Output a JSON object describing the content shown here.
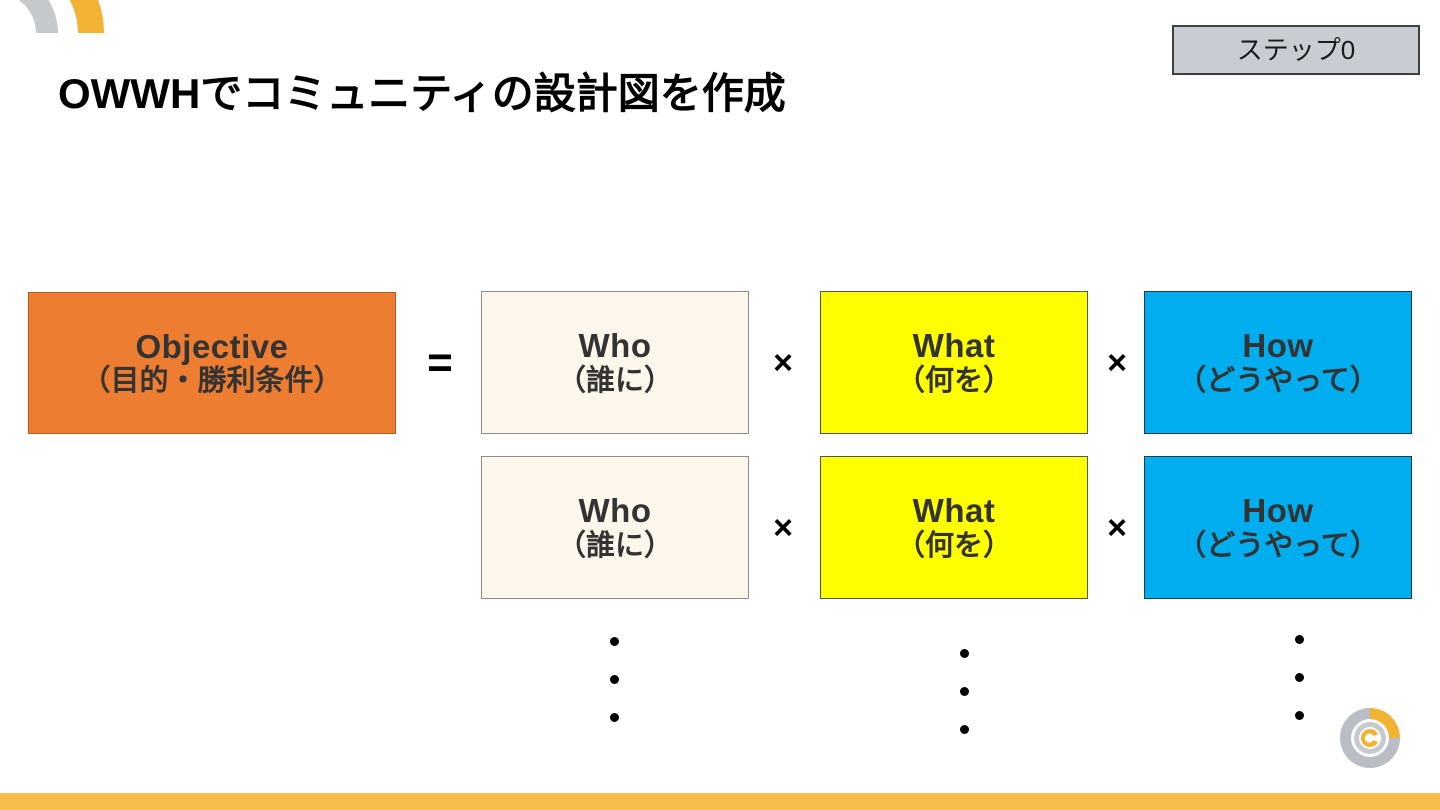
{
  "slide": {
    "title": "OWWHでコミュニティの設計図を作成",
    "step_badge": "ステップ0",
    "bottom_bar_color": "#f7be4c",
    "background_color": "#ffffff"
  },
  "icons": {
    "corner_arcs": "corner-arcs-decoration",
    "brand_logo": "company-logo-c-mark"
  },
  "colors": {
    "objective": "#ed7d31",
    "who": "#fdf6ea",
    "what": "#ffff00",
    "how": "#00aeef",
    "badge_fill": "#c8cdd4",
    "badge_border": "#3f3f3f",
    "text": "#333333",
    "accent_orange": "#f2b233",
    "accent_gray": "#c6c9cc"
  },
  "diagram": {
    "equals_symbol": "=",
    "times_symbol": "×",
    "objective": {
      "en": "Objective",
      "jp": "（目的・勝利条件）"
    },
    "rows": [
      {
        "cells": [
          {
            "key": "who",
            "en": "Who",
            "jp": "（誰に）"
          },
          {
            "key": "what",
            "en": "What",
            "jp": "（何を）"
          },
          {
            "key": "how",
            "en": "How",
            "jp": "（どうやって）"
          }
        ]
      },
      {
        "cells": [
          {
            "key": "who",
            "en": "Who",
            "jp": "（誰に）"
          },
          {
            "key": "what",
            "en": "What",
            "jp": "（何を）"
          },
          {
            "key": "how",
            "en": "How",
            "jp": "（どうやって）"
          }
        ]
      }
    ],
    "continuation": {
      "dots_per_column": 3,
      "columns": [
        "who",
        "what",
        "how"
      ]
    }
  }
}
